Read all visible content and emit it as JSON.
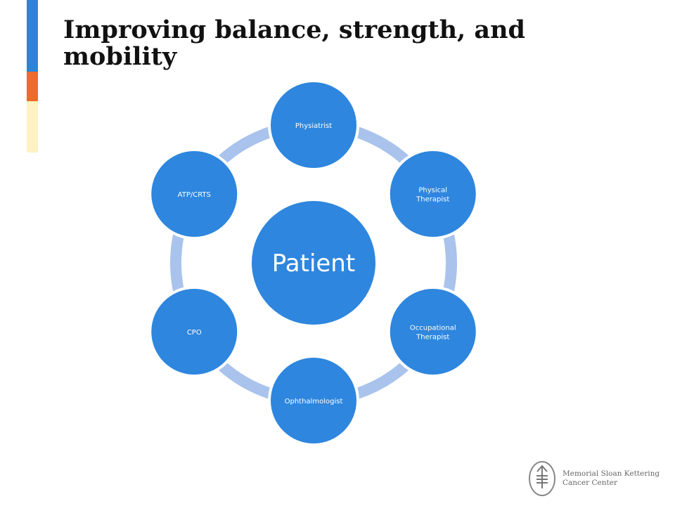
{
  "title": "Improving balance, strength, and mobility",
  "accent_colors": {
    "blue": "#2e82dc",
    "orange": "#f06a2c",
    "yellow": "#fff2c2",
    "node": "#2e86de",
    "ring": "#a9c3ec"
  },
  "diagram": {
    "center": "Patient",
    "nodes": [
      {
        "label": [
          "Physiatrist"
        ]
      },
      {
        "label": [
          "Physical",
          "Therapist"
        ]
      },
      {
        "label": [
          "Occupational",
          "Therapist"
        ]
      },
      {
        "label": [
          "Ophthalmologist"
        ]
      },
      {
        "label": [
          "CPO"
        ]
      },
      {
        "label": [
          "ATP/CRTS"
        ]
      }
    ]
  },
  "logo": {
    "line1": "Memorial Sloan Kettering",
    "line2": "Cancer Center"
  }
}
